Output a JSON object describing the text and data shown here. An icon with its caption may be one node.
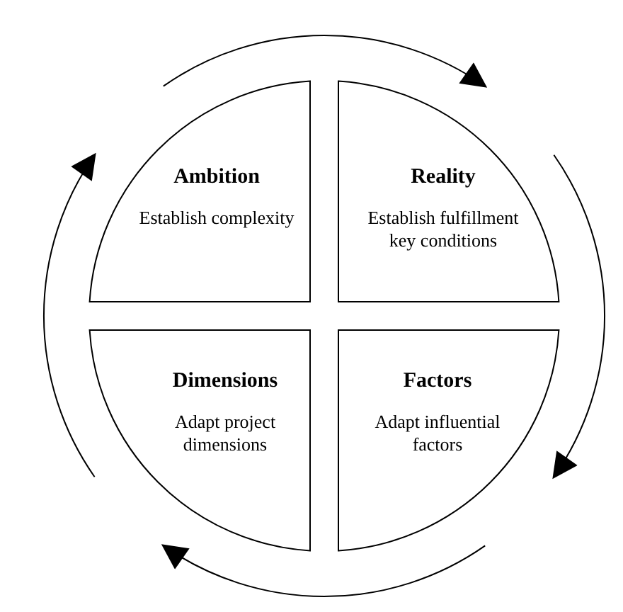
{
  "diagram": {
    "nodes": [
      {
        "text": [
          "Ambition",
          "Establish complexity"
        ]
      },
      {
        "text": [
          "Reality",
          "Establish fulfillment key conditions"
        ]
      },
      {
        "text": [
          "Dimensions",
          "Adapt project dimensions"
        ]
      },
      {
        "text": [
          "Factors",
          "Adapt influential factors"
        ]
      }
    ],
    "edges": [
      {
        "from": 0,
        "to": 1,
        "arrow": "to"
      },
      {
        "from": 1,
        "to": 3,
        "arrow": "to"
      },
      {
        "from": 3,
        "to": 2,
        "arrow": "to"
      },
      {
        "from": 2,
        "to": 0,
        "arrow": "to"
      }
    ]
  }
}
